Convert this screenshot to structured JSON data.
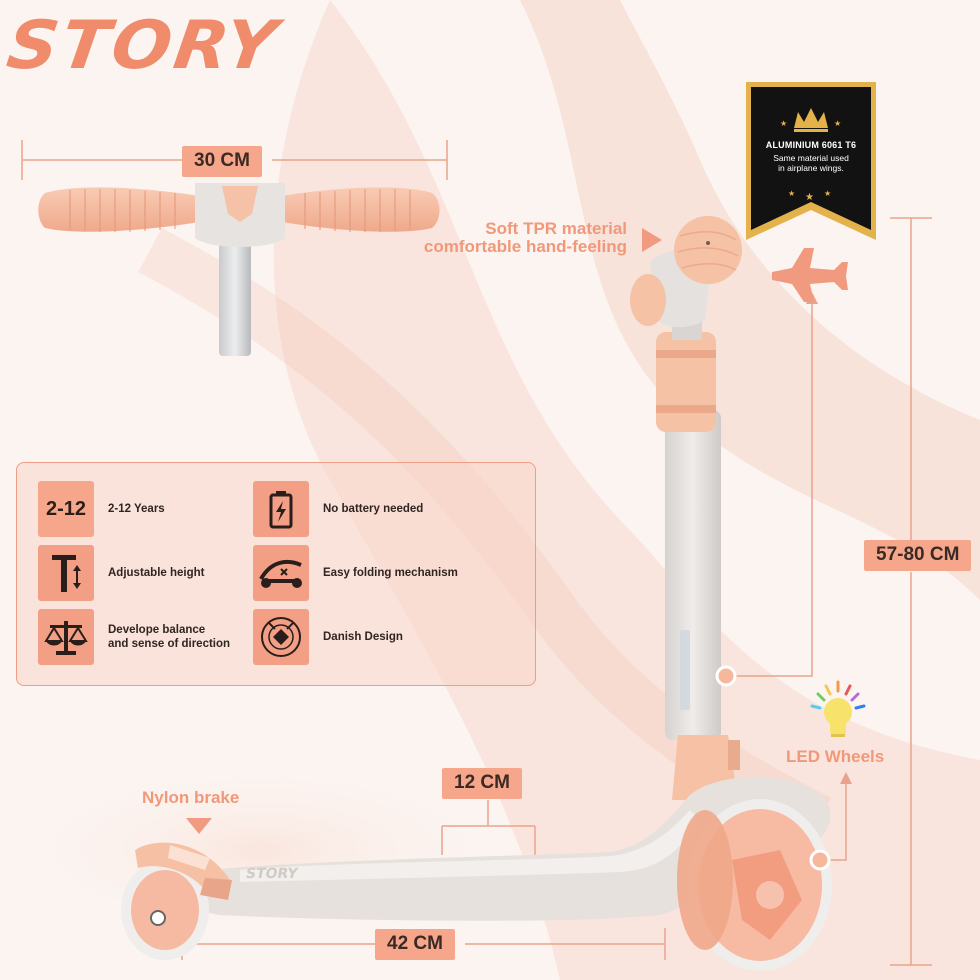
{
  "brand": {
    "name": "STORY"
  },
  "dimensions": {
    "handlebar_width": "30 CM",
    "height_range": "57-80 CM",
    "deck_width": "12 CM",
    "deck_length": "42 CM"
  },
  "callouts": {
    "grip_line1": "Soft TPR material",
    "grip_line2": "comfortable hand-feeling",
    "brake": "Nylon brake",
    "wheels": "LED Wheels"
  },
  "badge": {
    "title": "ALUMINIUM 6061 T6",
    "line1": "Same material used",
    "line2": "in airplane wings."
  },
  "features": [
    {
      "icon": "age-badge",
      "icon_text": "2-12",
      "label": "2-12 Years"
    },
    {
      "icon": "battery-icon",
      "label": "No battery needed"
    },
    {
      "icon": "adjustable-height-icon",
      "label": "Adjustable height"
    },
    {
      "icon": "folding-scooter-icon",
      "label": "Easy folding mechanism"
    },
    {
      "icon": "balance-scale-icon",
      "label_line1": "Develope balance",
      "label_line2": "and sense of direction"
    },
    {
      "icon": "danish-design-seal-icon",
      "label": "Danish Design"
    }
  ],
  "colors": {
    "accent": "#f29f85",
    "brand": "#f08c6b",
    "callout_text": "#f2987a",
    "scooter_body": "#e8e2dd",
    "scooter_accent": "#f4bb9c",
    "wheel": "#f29a80",
    "badge_bg": "#121212",
    "badge_gold": "#e3b24a"
  }
}
